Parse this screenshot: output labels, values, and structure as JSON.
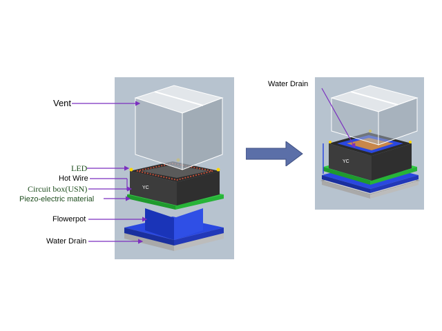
{
  "labels": {
    "vent": "Vent",
    "led": "LED",
    "hot_wire": "Hot Wire",
    "circuit_box": "Circuit box(USN)",
    "piezo": "Piezo-electric material",
    "flowerpot": "Flowerpot",
    "water_drain_left": "Water Drain",
    "water_drain_right": "Water Drain"
  },
  "colors": {
    "label_green": "#1e4d1e",
    "leader_purple": "#7b2fbf",
    "transition_arrow": "#5b6fa8",
    "panel_bg": "#b7c3cf",
    "vent_glass": "#d9dee4",
    "circuit_box": "#3a3a3a",
    "piezo_green": "#2ecc40",
    "flowerpot_blue": "#1f3fd6",
    "base_gray": "#c9c9c9"
  }
}
